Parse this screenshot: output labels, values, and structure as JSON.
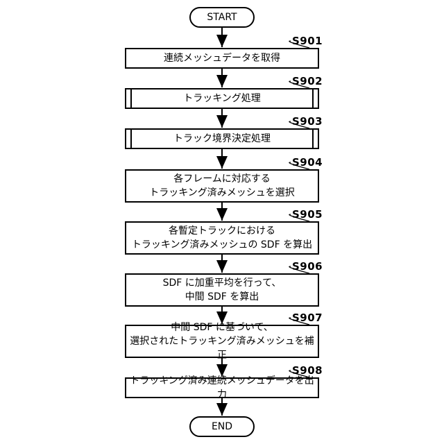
{
  "start_label": "START",
  "end_label": "END",
  "steps": [
    {
      "id": "S901",
      "lines": [
        "連続メッシュデータを取得"
      ]
    },
    {
      "id": "S902",
      "lines": [
        "トラッキング処理"
      ]
    },
    {
      "id": "S903",
      "lines": [
        "トラック境界決定処理"
      ]
    },
    {
      "id": "S904",
      "lines": [
        "各フレームに対応する",
        "トラッキング済みメッシュを選択"
      ]
    },
    {
      "id": "S905",
      "lines": [
        "各暫定トラックにおける",
        "トラッキング済みメッシュの SDF を算出"
      ]
    },
    {
      "id": "S906",
      "lines": [
        "SDF に加重平均を行って、",
        "中間 SDF を算出"
      ]
    },
    {
      "id": "S907",
      "lines": [
        "中間 SDF に基づいて、",
        "選択されたトラッキング済みメッシュを補正"
      ]
    },
    {
      "id": "S908",
      "lines": [
        "トラッキング済み連続メッシュデータを出力"
      ]
    }
  ]
}
